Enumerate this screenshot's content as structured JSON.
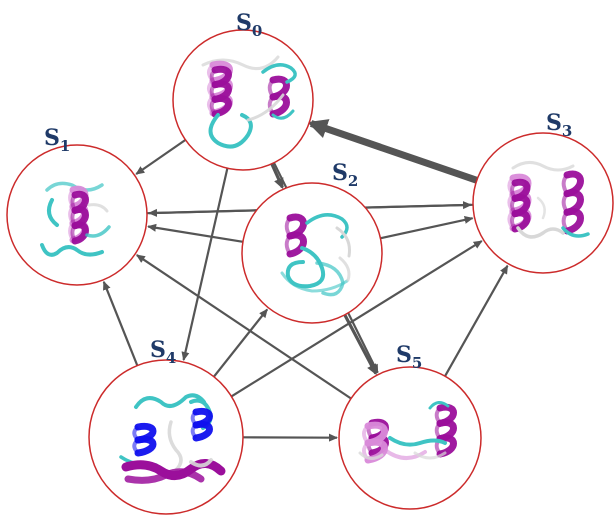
{
  "diagram": {
    "colors": {
      "node_stroke": "#cc2b2b",
      "edge": "#555555",
      "label": "#1f3a68",
      "helix_magenta": "#9b0f9b",
      "helix_light": "#d98ad9",
      "coil_cyan": "#3fc4c4",
      "coil_white": "#d8d8d8",
      "helix_blue": "#1010ee"
    },
    "states": [
      {
        "id": "S0",
        "letter": "S",
        "sub": "0"
      },
      {
        "id": "S1",
        "letter": "S",
        "sub": "1"
      },
      {
        "id": "S2",
        "letter": "S",
        "sub": "2"
      },
      {
        "id": "S3",
        "letter": "S",
        "sub": "3"
      },
      {
        "id": "S4",
        "letter": "S",
        "sub": "4"
      },
      {
        "id": "S5",
        "letter": "S",
        "sub": "5"
      }
    ],
    "transitions": [
      {
        "from": "S3",
        "to": "S0",
        "weight": "heavy"
      },
      {
        "from": "S0",
        "to": "S1",
        "weight": "normal"
      },
      {
        "from": "S0",
        "to": "S2",
        "weight": "medium"
      },
      {
        "from": "S0",
        "to": "S4",
        "weight": "normal"
      },
      {
        "from": "S0",
        "to": "S5",
        "weight": "normal"
      },
      {
        "from": "S1",
        "to": "S3",
        "weight": "normal"
      },
      {
        "from": "S2",
        "to": "S1",
        "weight": "normal"
      },
      {
        "from": "S2",
        "to": "S3",
        "weight": "normal"
      },
      {
        "from": "S3",
        "to": "S1",
        "weight": "normal"
      },
      {
        "from": "S2",
        "to": "S5",
        "weight": "medium"
      },
      {
        "from": "S4",
        "to": "S2",
        "weight": "normal"
      },
      {
        "from": "S4",
        "to": "S1",
        "weight": "normal"
      },
      {
        "from": "S4",
        "to": "S5",
        "weight": "normal"
      },
      {
        "from": "S4",
        "to": "S3",
        "weight": "normal"
      },
      {
        "from": "S5",
        "to": "S1",
        "weight": "normal"
      },
      {
        "from": "S5",
        "to": "S3",
        "weight": "normal"
      }
    ]
  }
}
